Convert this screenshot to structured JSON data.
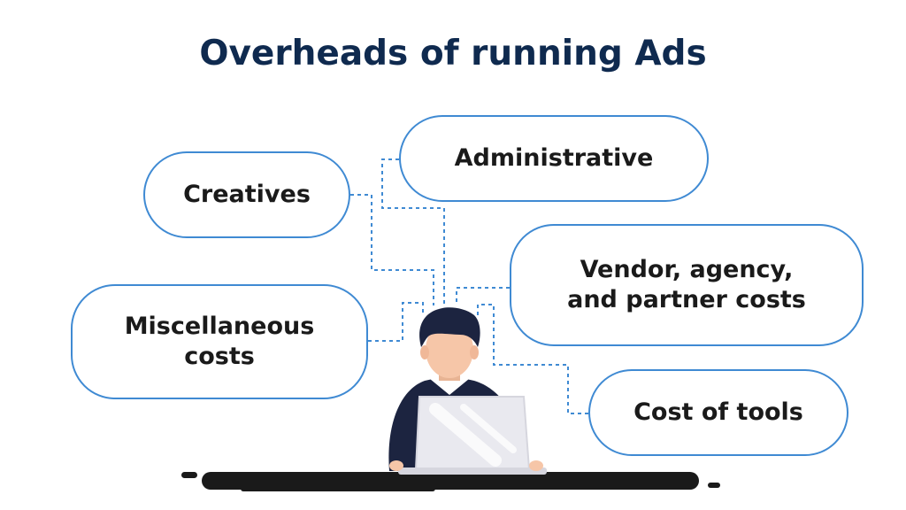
{
  "title": "Overheads of running Ads",
  "items": [
    {
      "id": "creatives",
      "label": "Creatives"
    },
    {
      "id": "administrative",
      "label": "Administrative"
    },
    {
      "id": "vendor",
      "label": "Vendor, agency,\nand partner costs"
    },
    {
      "id": "miscellaneous",
      "label": "Miscellaneous\ncosts"
    },
    {
      "id": "tools",
      "label": "Cost of tools"
    }
  ],
  "colors": {
    "title": "#0f2a4f",
    "pill_border": "#3f8ad3",
    "connector": "#3f8ad3",
    "hair": "#1c2440",
    "skin": "#f6c6a8",
    "jacket": "#1c2440",
    "laptop": "#e9e9ef",
    "ground": "#1a1a1a"
  },
  "illustration": "person-at-laptop"
}
